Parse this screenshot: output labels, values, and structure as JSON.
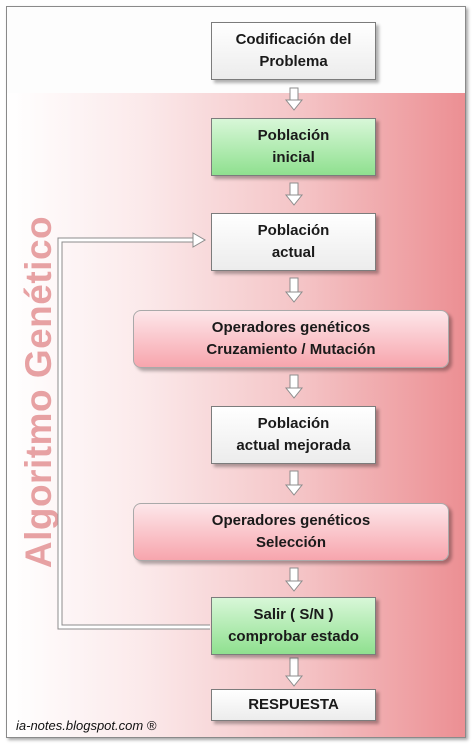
{
  "diagram": {
    "vertical_title": "Algoritmo Genético",
    "nodes": [
      {
        "id": "codificacion",
        "label": "Codificación del\nProblema",
        "style": "plain"
      },
      {
        "id": "poblacion-inicial",
        "label": "Población\ninicial",
        "style": "green"
      },
      {
        "id": "poblacion-actual",
        "label": "Población\nactual",
        "style": "plain"
      },
      {
        "id": "op-cruzamiento",
        "label": "Operadores genéticos\nCruzamiento / Mutación",
        "style": "operator"
      },
      {
        "id": "poblacion-mejorada",
        "label": "Población\nactual mejorada",
        "style": "plain"
      },
      {
        "id": "op-seleccion",
        "label": "Operadores genéticos\nSelección",
        "style": "operator"
      },
      {
        "id": "salir",
        "label": "Salir ( S/N )\ncomprobar estado",
        "style": "green"
      },
      {
        "id": "respuesta",
        "label": "RESPUESTA",
        "style": "plain"
      }
    ],
    "edges": [
      {
        "from": "codificacion",
        "to": "poblacion-inicial"
      },
      {
        "from": "poblacion-inicial",
        "to": "poblacion-actual"
      },
      {
        "from": "poblacion-actual",
        "to": "op-cruzamiento"
      },
      {
        "from": "op-cruzamiento",
        "to": "poblacion-mejorada"
      },
      {
        "from": "poblacion-mejorada",
        "to": "op-seleccion"
      },
      {
        "from": "op-seleccion",
        "to": "salir"
      },
      {
        "from": "salir",
        "to": "respuesta"
      },
      {
        "from": "salir",
        "to": "poblacion-actual",
        "kind": "loop"
      }
    ],
    "footer": "ia-notes.blogspot.com ®"
  },
  "colors": {
    "band_end": "#ec8f93",
    "title_text": "#e7a1a3",
    "green_box": "#8fe08f",
    "operator_box": "#f7a5ad"
  }
}
